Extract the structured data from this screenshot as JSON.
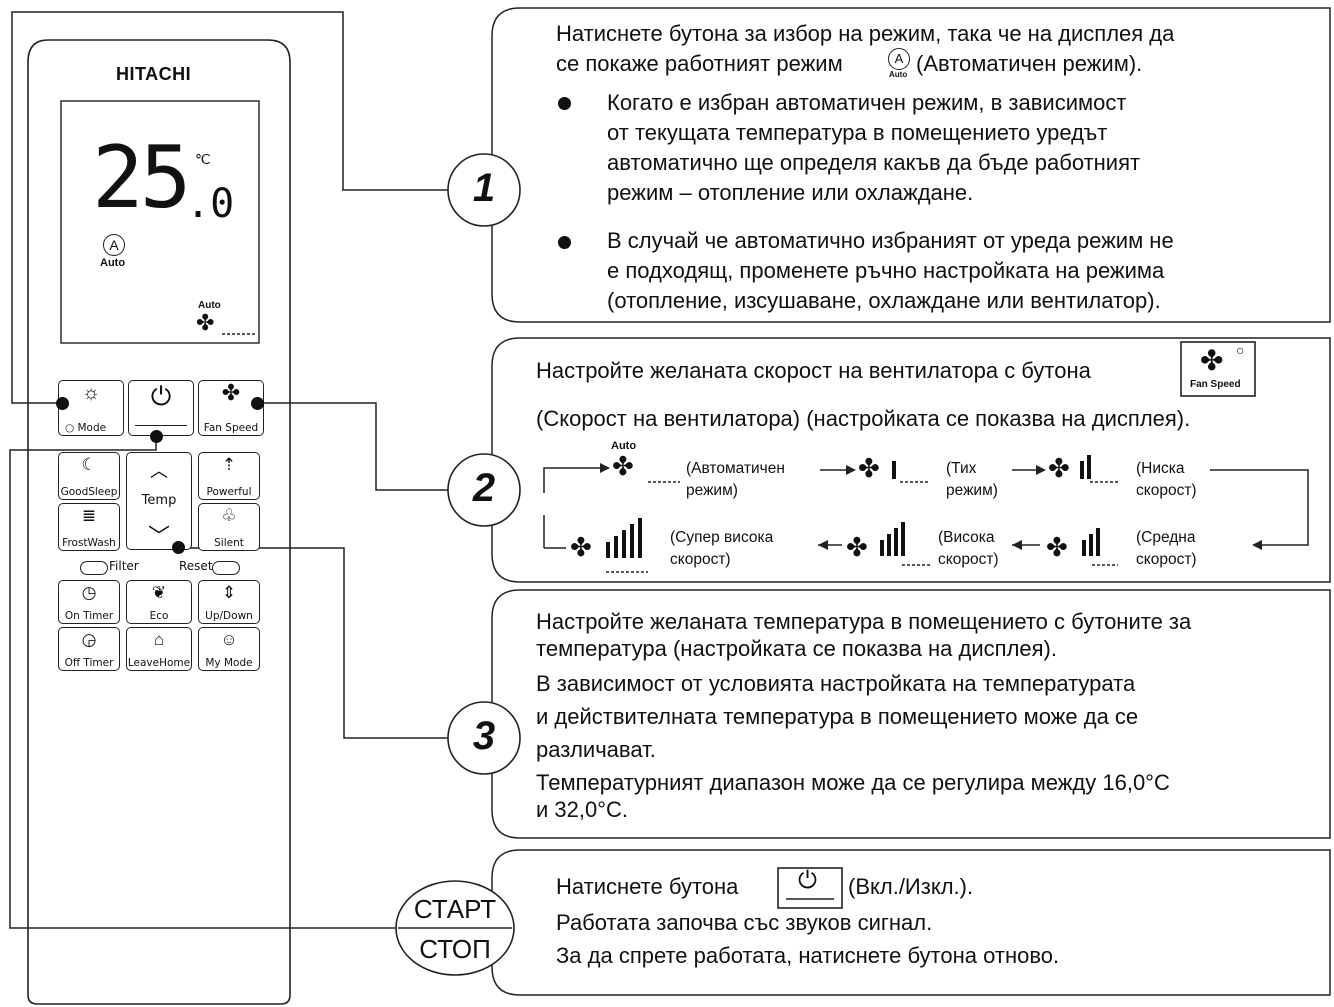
{
  "remote": {
    "brand": "HITACHI",
    "display": {
      "temp_main": "25",
      "temp_decimal": ".0",
      "unit": "℃",
      "mode_label": "Auto",
      "fan_label": "Auto"
    },
    "buttons": {
      "mode": "Mode",
      "fan_speed": "Fan Speed",
      "good_sleep": "GoodSleep",
      "temp": "Temp",
      "powerful": "Powerful",
      "frost_wash": "FrostWash",
      "silent": "Silent",
      "filter": "Filter",
      "reset": "Reset",
      "on_timer": "On Timer",
      "eco": "Eco",
      "up_down": "Up/Down",
      "off_timer": "Off Timer",
      "leave_home": "LeaveHome",
      "my_mode": "My Mode"
    }
  },
  "step1": {
    "number": "1",
    "intro_a": "Натиснете бутона за избор на режим, така че на дисплея да",
    "intro_b": "се покаже работният режим",
    "intro_c": "(Автоматичен режим).",
    "icon_label": "Auto",
    "bullet1": [
      "Когато е избран автоматичен режим, в зависимост",
      "от текущата температура в помещението уредът",
      "автоматично ще определя какъв да бъде работният",
      "режим – отопление или охлаждане."
    ],
    "bullet2": [
      "В случай че автоматично избраният от уреда режим не",
      "е подходящ, променете ръчно настройката на режима",
      "(отопление, изсушаване, охлаждане или вентилатор)."
    ]
  },
  "step2": {
    "number": "2",
    "line1": "Настройте желаната скорост на вентилатора с бутона",
    "button_label": "Fan Speed",
    "line2": "(Скорост на вентилатора) (настройката се показва на дисплея).",
    "auto_label": "Auto",
    "speeds": {
      "auto": [
        "(Автоматичен",
        "режим)"
      ],
      "quiet": [
        "(Тих",
        "режим)"
      ],
      "low": [
        "(Ниска",
        "скорост)"
      ],
      "medium": [
        "(Средна",
        "скорост)"
      ],
      "high": [
        "(Висока",
        "скорост)"
      ],
      "super_high": [
        "(Супер висока",
        "скорост)"
      ]
    }
  },
  "step3": {
    "number": "3",
    "lines": [
      "Настройте желаната температура в помещението с бутоните за",
      "температура (настройката се показва на дисплея).",
      "В зависимост от условията настройката на температурата",
      "и действителната температура в помещението може да се",
      "различават.",
      "Температурният диапазон може да се регулира между 16,0°C",
      "и 32,0°C."
    ]
  },
  "step4": {
    "start": "СТАРТ",
    "stop": "СТОП",
    "line1_a": "Натиснете бутона",
    "line1_b": "(Вкл./Изкл.).",
    "line2": "Работата започва със звуков сигнал.",
    "line3": "За да спрете работата, натиснете бутона отново."
  }
}
